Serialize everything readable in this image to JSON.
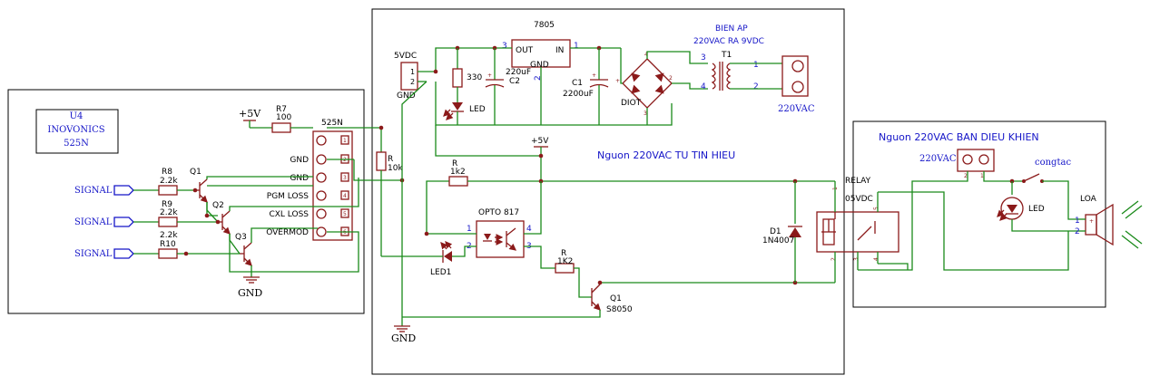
{
  "left_block": {
    "u4_ref": "U4",
    "u4_name": "INOVONICS",
    "u4_part": "525N",
    "plus5v": "+5V",
    "r7_ref": "R7",
    "r7_val": "100",
    "conn_label": "525N",
    "pins": [
      "GND",
      "GND",
      "PGM LOSS",
      "CXL LOSS",
      "OVERMOD"
    ],
    "pin_nums": [
      "1",
      "2",
      "3",
      "4",
      "5",
      "6"
    ],
    "signals": [
      "SIGNAL",
      "SIGNAL",
      "SIGNAL"
    ],
    "r8_ref": "R8",
    "r8_val": "2.2k",
    "r9_ref": "R9",
    "r9_val": "2.2k",
    "r10_ref": "R10",
    "r10_val": "2.2k",
    "q1": "Q1",
    "q2": "Q2",
    "q3": "Q3",
    "gnd": "GND",
    "r_ref": "R",
    "r_val": "10k"
  },
  "mid_block": {
    "ic": "7805",
    "ic_out": "OUT",
    "ic_in": "IN",
    "ic_gnd": "GND",
    "pin3": "3",
    "pin1": "1",
    "pin2": "2",
    "conn_5v": "5VDC",
    "conn_gnd": "GND",
    "conn_p1": "1",
    "conn_p2": "2",
    "r330": "330",
    "led": "LED",
    "c2_val": "220uF",
    "c2_ref": "C2",
    "c1_ref": "C1",
    "c1_val": "2200uF",
    "diode_bridge": "DIOT",
    "transformer_title": "BIEN AP",
    "transformer_spec": "220VAC RA 9VDC",
    "t1": "T1",
    "t_pin3": "3",
    "t_pin4": "4",
    "t_pin1": "1",
    "t_pin2": "2",
    "ac_in": "220VAC",
    "title": "Nguon 220VAC TU TIN HIEU",
    "plus5v": "+5V",
    "r1k2a_ref": "R",
    "r1k2a_val": "1k2",
    "opto": "OPTO 817",
    "opto_pins": [
      "1",
      "2",
      "3",
      "4"
    ],
    "led1": "LED1",
    "r1k2b_ref": "R",
    "r1k2b_val": "1K2",
    "q1": "Q1",
    "q1_part": "S8050",
    "d1": "D1",
    "d1_part": "1N4007",
    "gnd": "GND"
  },
  "relay": {
    "label": "RELAY",
    "spec": "05VDC",
    "pins": [
      "1",
      "5",
      "2",
      "3",
      "4"
    ]
  },
  "right_block": {
    "title": "Nguon 220VAC BAN DIEU KHIEN",
    "ac": "220VAC",
    "switch": "congtac",
    "led": "LED",
    "speaker": "LOA",
    "spk_p1": "1",
    "spk_p2": "2"
  }
}
